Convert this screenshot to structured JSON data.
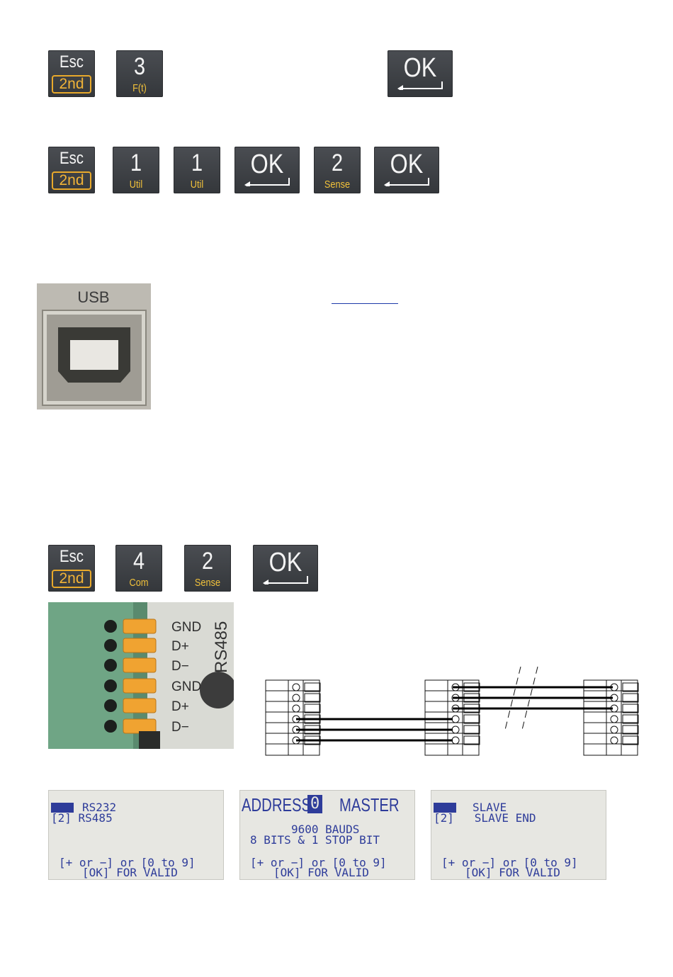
{
  "keys": {
    "esc_top": "Esc",
    "esc_bottom": "2nd",
    "ok": "OK",
    "k3": "3",
    "k3_sub": "F(t)",
    "k1": "1",
    "k1_sub": "Util",
    "k2": "2",
    "k2_sub": "Sense",
    "k4": "4",
    "k4_sub": "Com"
  },
  "usb_label": "USB",
  "rs485": {
    "title": "RS485",
    "pins": [
      "GND",
      "D+",
      "D−",
      "GND",
      "D+",
      "D−"
    ]
  },
  "lcd1": {
    "line1": "RS232",
    "line2": "[2] RS485",
    "line3": "[+ or −] or [0 to 9]",
    "line4": "[OK] FOR VALID"
  },
  "lcd2": {
    "address": "ADDRESS",
    "value": "0",
    "master": "MASTER",
    "line2": "9600 BAUDS",
    "line3": "8 BITS & 1 STOP BIT",
    "line4": "[+ or −] or [0 to 9]",
    "line5": "[OK] FOR VALID"
  },
  "lcd3": {
    "line1": "SLAVE",
    "line2": "[2]   SLAVE END",
    "line3": "[+ or −] or [0 to 9]",
    "line4": "[OK] FOR VALID"
  }
}
